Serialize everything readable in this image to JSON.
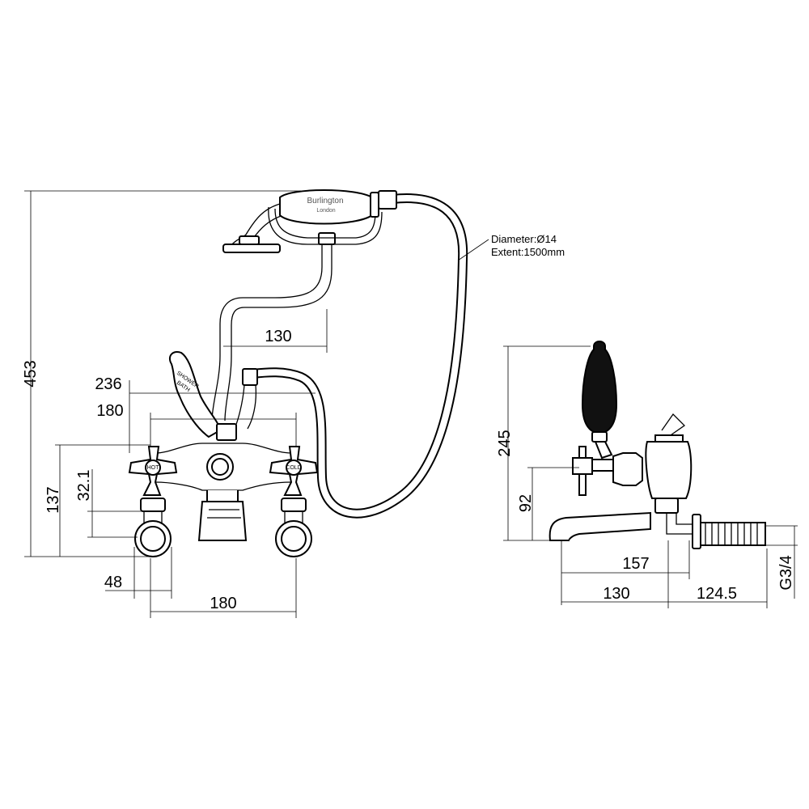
{
  "front_view": {
    "dim_height_total": "453",
    "dim_236": "236",
    "dim_180_top": "180",
    "dim_130_top": "130",
    "dim_137": "137",
    "dim_32_1": "32.1",
    "dim_48": "48",
    "dim_180_bottom": "180",
    "handset_brand": "Burlington",
    "handset_brand_sub": "London",
    "lever_label_shower": "SHOWER",
    "lever_label_bath": "BATH",
    "handle_hot": "HOT",
    "handle_cold": "COLD"
  },
  "hose_note": {
    "diameter": "Diameter:Ø14",
    "extent": "Extent:1500mm"
  },
  "side_view": {
    "dim_245": "245",
    "dim_92": "92",
    "dim_157": "157",
    "dim_130": "130",
    "dim_124_5": "124.5",
    "dim_thread": "G3/4"
  }
}
